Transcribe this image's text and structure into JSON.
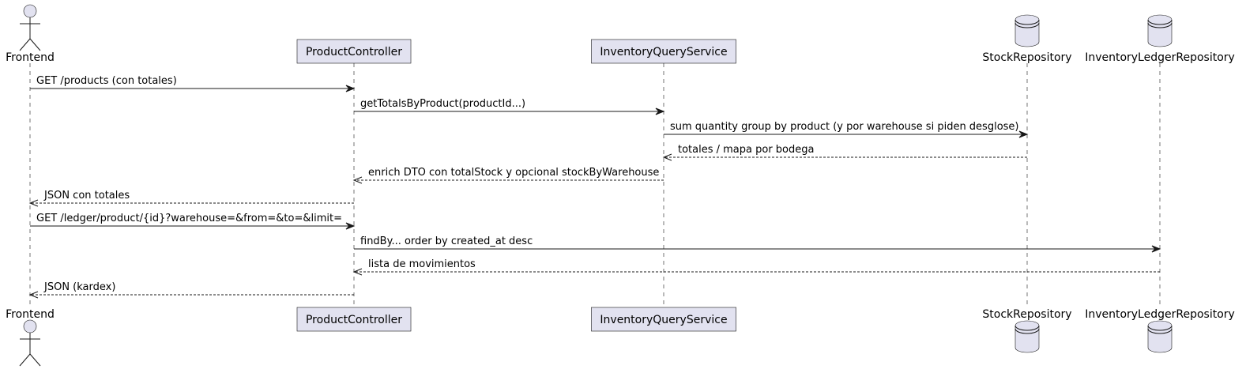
{
  "participants": [
    {
      "id": "frontend",
      "label": "Frontend",
      "kind": "actor"
    },
    {
      "id": "productController",
      "label": "ProductController",
      "kind": "participant"
    },
    {
      "id": "inventoryQueryService",
      "label": "InventoryQueryService",
      "kind": "participant"
    },
    {
      "id": "stockRepository",
      "label": "StockRepository",
      "kind": "database"
    },
    {
      "id": "inventoryLedgerRepository",
      "label": "InventoryLedgerRepository",
      "kind": "database"
    }
  ],
  "messages": [
    {
      "from": "frontend",
      "to": "productController",
      "label": "GET /products (con totales)",
      "style": "sync"
    },
    {
      "from": "productController",
      "to": "inventoryQueryService",
      "label": "getTotalsByProduct(productId...)",
      "style": "sync"
    },
    {
      "from": "inventoryQueryService",
      "to": "stockRepository",
      "label": "sum quantity group by product (y por warehouse si piden desglose)",
      "style": "sync"
    },
    {
      "from": "stockRepository",
      "to": "inventoryQueryService",
      "label": "totales / mapa por bodega",
      "style": "reply"
    },
    {
      "from": "inventoryQueryService",
      "to": "productController",
      "label": "enrich DTO con totalStock y opcional stockByWarehouse",
      "style": "reply"
    },
    {
      "from": "productController",
      "to": "frontend",
      "label": "JSON con totales",
      "style": "reply"
    },
    {
      "from": "frontend",
      "to": "productController",
      "label": "GET /ledger/product/{id}?warehouse=&from=&to=&limit=",
      "style": "sync"
    },
    {
      "from": "productController",
      "to": "inventoryLedgerRepository",
      "label": "findBy... order by created_at desc",
      "style": "sync"
    },
    {
      "from": "inventoryLedgerRepository",
      "to": "productController",
      "label": "lista de movimientos",
      "style": "reply"
    },
    {
      "from": "productController",
      "to": "frontend",
      "label": "JSON (kardex)",
      "style": "reply"
    }
  ],
  "colors": {
    "participant_fill": "#E2E2F0",
    "line": "#181818"
  }
}
